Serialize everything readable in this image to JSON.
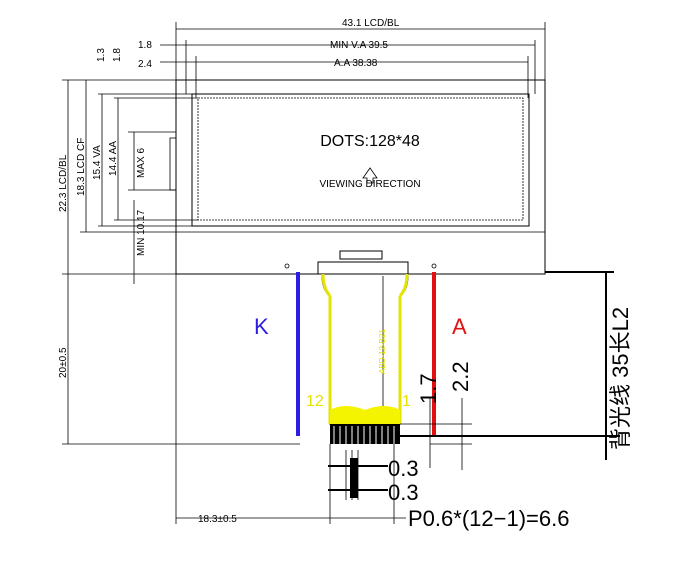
{
  "drawing": {
    "top_dims": {
      "lcd_bl": "43.1 LCD/BL",
      "min_va": "MIN V.A 39.5",
      "aa": "A.A 38.38",
      "left_18": "1.8",
      "left_24": "2.4",
      "small_13": "1.3",
      "small_18": "1.8"
    },
    "left_dims": {
      "lcd_bl": "22.3 LCD/BL",
      "lcd_cf": "18.3 LCD CF",
      "va": "15.4 VA",
      "aa": "14.4 AA",
      "max6": "MAX 6",
      "min1017": "MIN 10.17",
      "tail_height": "20±0.5"
    },
    "screen": {
      "dots": "DOTS:128*48",
      "viewing": "VIEWING DIRECTION"
    },
    "labels": {
      "k": "K",
      "a": "A",
      "pin12": "12",
      "pin1": "1",
      "fpc_code": "ABD-12-B21"
    },
    "right_dims": {
      "d17": "1.7",
      "d22": "2.2",
      "backlight": "背光线 35长L2"
    },
    "bottom_dims": {
      "d03a": "0.3",
      "d03b": "0.3",
      "offset": "18.3±0.5",
      "pitch": "P0.6*(12−1)=6.6"
    },
    "colors": {
      "k_wire": "#2c1de0",
      "a_wire": "#e01010",
      "fpc": "#f4f400"
    }
  }
}
